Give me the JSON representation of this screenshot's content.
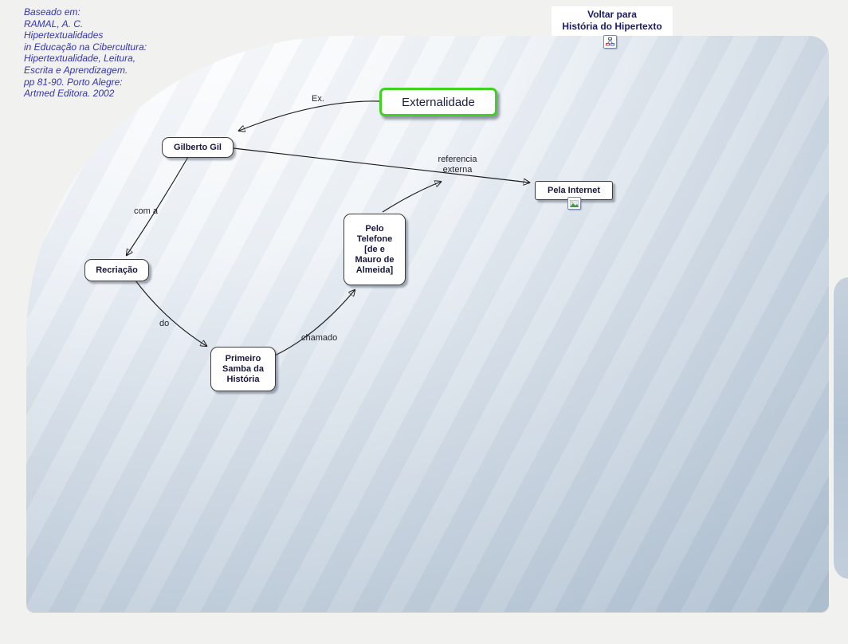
{
  "citation": {
    "text": "Baseado em:\nRAMAL, A. C.\nHipertextualidades\nin  Educação na Cibercultura:\nHipertextualidade, Leitura,\nEscrita e Aprendizagem.\npp 81-90. Porto Alegre:\nArtmed Editora. 2002"
  },
  "back_link": {
    "label": "Voltar para\nHistória do Hipertexto",
    "icon": "cmap-document-icon"
  },
  "concept_map": {
    "nodes": [
      {
        "id": "externalidade",
        "label": "Externalidade",
        "highlighted": true,
        "border_color": "#3ed31e"
      },
      {
        "id": "gilberto-gil",
        "label": "Gilberto Gil"
      },
      {
        "id": "recriacao",
        "label": "Recriação"
      },
      {
        "id": "primeiro-samba",
        "label": "Primeiro\nSamba da\nHistória"
      },
      {
        "id": "pelo-telefone",
        "label": "Pelo\nTelefone\n[de e\nMauro de\nAlmeida]"
      },
      {
        "id": "pela-internet",
        "label": "Pela Internet",
        "icon": "image-icon"
      }
    ],
    "link_labels": [
      {
        "id": "ex",
        "label": "Ex."
      },
      {
        "id": "com-a",
        "label": "com a"
      },
      {
        "id": "do",
        "label": "do"
      },
      {
        "id": "chamado",
        "label": "chamado"
      },
      {
        "id": "referencia-externa",
        "label": "referencia\nexterna"
      }
    ],
    "edges": [
      {
        "from": "externalidade",
        "to": "gilberto-gil",
        "label": "Ex."
      },
      {
        "from": "gilberto-gil",
        "to": "recriacao",
        "label": "com a"
      },
      {
        "from": "recriacao",
        "to": "primeiro-samba",
        "label": "do"
      },
      {
        "from": "primeiro-samba",
        "to": "pelo-telefone",
        "label": "chamado"
      },
      {
        "from": "pelo-telefone",
        "to": "referencia-externa",
        "label": ""
      },
      {
        "from": "gilberto-gil",
        "to": "pela-internet",
        "label": "referencia externa"
      }
    ]
  },
  "colors": {
    "citation_text": "#3434b4",
    "back_link_text": "#1b1b66",
    "node_text": "#17173e",
    "node_border": "#3c3c3c",
    "highlight_border": "#3ed31e",
    "edge": "#1c1c1c",
    "canvas_light": "#ffffff",
    "canvas_dark": "#aebfd0",
    "page_background": "#f1f1ef"
  }
}
